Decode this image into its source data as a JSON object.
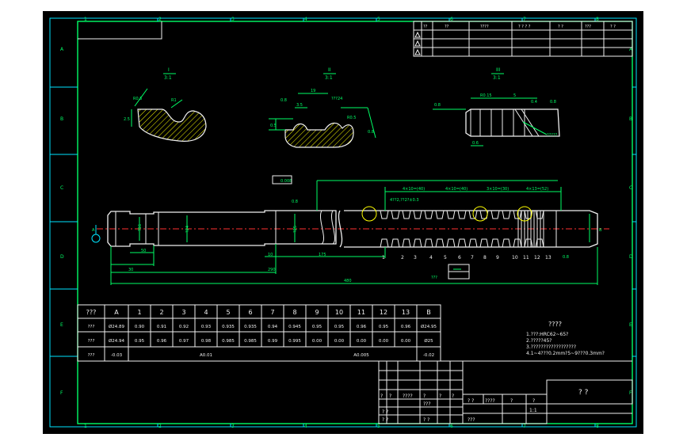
{
  "frame": {
    "col_marks": [
      "1",
      "2",
      "3",
      "4",
      "5",
      "6",
      "7",
      "8"
    ],
    "row_marks": [
      "A",
      "B",
      "C",
      "D",
      "E",
      "F"
    ]
  },
  "views": {
    "detail_1": {
      "label": "I",
      "scale": "3:1"
    },
    "detail_2": {
      "label": "II",
      "scale": "3:1",
      "note": "???24"
    },
    "detail_3": {
      "label": "III",
      "scale": "3:1",
      "note": "?????"
    }
  },
  "shaft": {
    "dims": {
      "d1": "?16",
      "d2": "?24",
      "d3": "?25",
      "l1": "30",
      "l2": "50",
      "l3": "175",
      "l4": "290",
      "l5": "480",
      "l6": "10"
    },
    "note_top": "4??2,??2?±0.3",
    "tol_box": "0.008",
    "slot_label": "???",
    "section_labels": [
      "1",
      "2",
      "3",
      "4",
      "5",
      "6",
      "7",
      "8",
      "9",
      "10",
      "11",
      "12",
      "13"
    ]
  },
  "table": {
    "header": [
      "???",
      "A",
      "1",
      "2",
      "3",
      "4",
      "5",
      "6",
      "7",
      "8",
      "9",
      "10",
      "11",
      "12",
      "13",
      "B"
    ],
    "rows": [
      [
        "???",
        "Ø24.89",
        "0.90",
        "0.91",
        "0.92",
        "0.93",
        "0.935",
        "0.935",
        "0.94",
        "0.945",
        "0.95",
        "0.95",
        "0.96",
        "0.95",
        "0.96",
        "Ø24.95"
      ],
      [
        "???",
        "Ø24.94",
        "0.95",
        "0.96",
        "0.97",
        "0.98",
        "0.985",
        "0.985",
        "0.99",
        "0.995",
        "0.00",
        "0.00",
        "0.00",
        "0.00",
        "0.00",
        "Ø25"
      ],
      [
        "???",
        "-0.03",
        "",
        "",
        "A0.01",
        "",
        "",
        "",
        "",
        "",
        "",
        "",
        "A0.005",
        "",
        "",
        "-0.02"
      ]
    ]
  },
  "notes": {
    "title": "????",
    "lines": [
      "1.???:HRC62~65?",
      "2.?????45?",
      "3.??????????????????",
      "4.1~4???0.2mm?5~9???0.3mm?"
    ]
  },
  "title_block": {
    "drawing_name": "? ?",
    "scale_label": "????",
    "scale_value": "1:1",
    "cells": [
      "?",
      "?",
      "????",
      "?",
      "?",
      "?",
      "???",
      "???",
      "? ?",
      "? ?",
      "? ?",
      "? ?",
      "?",
      "?"
    ]
  },
  "revision_header": [
    "??",
    "??",
    "????",
    "? ? ? ?",
    "? ?",
    "???",
    "? ?"
  ]
}
